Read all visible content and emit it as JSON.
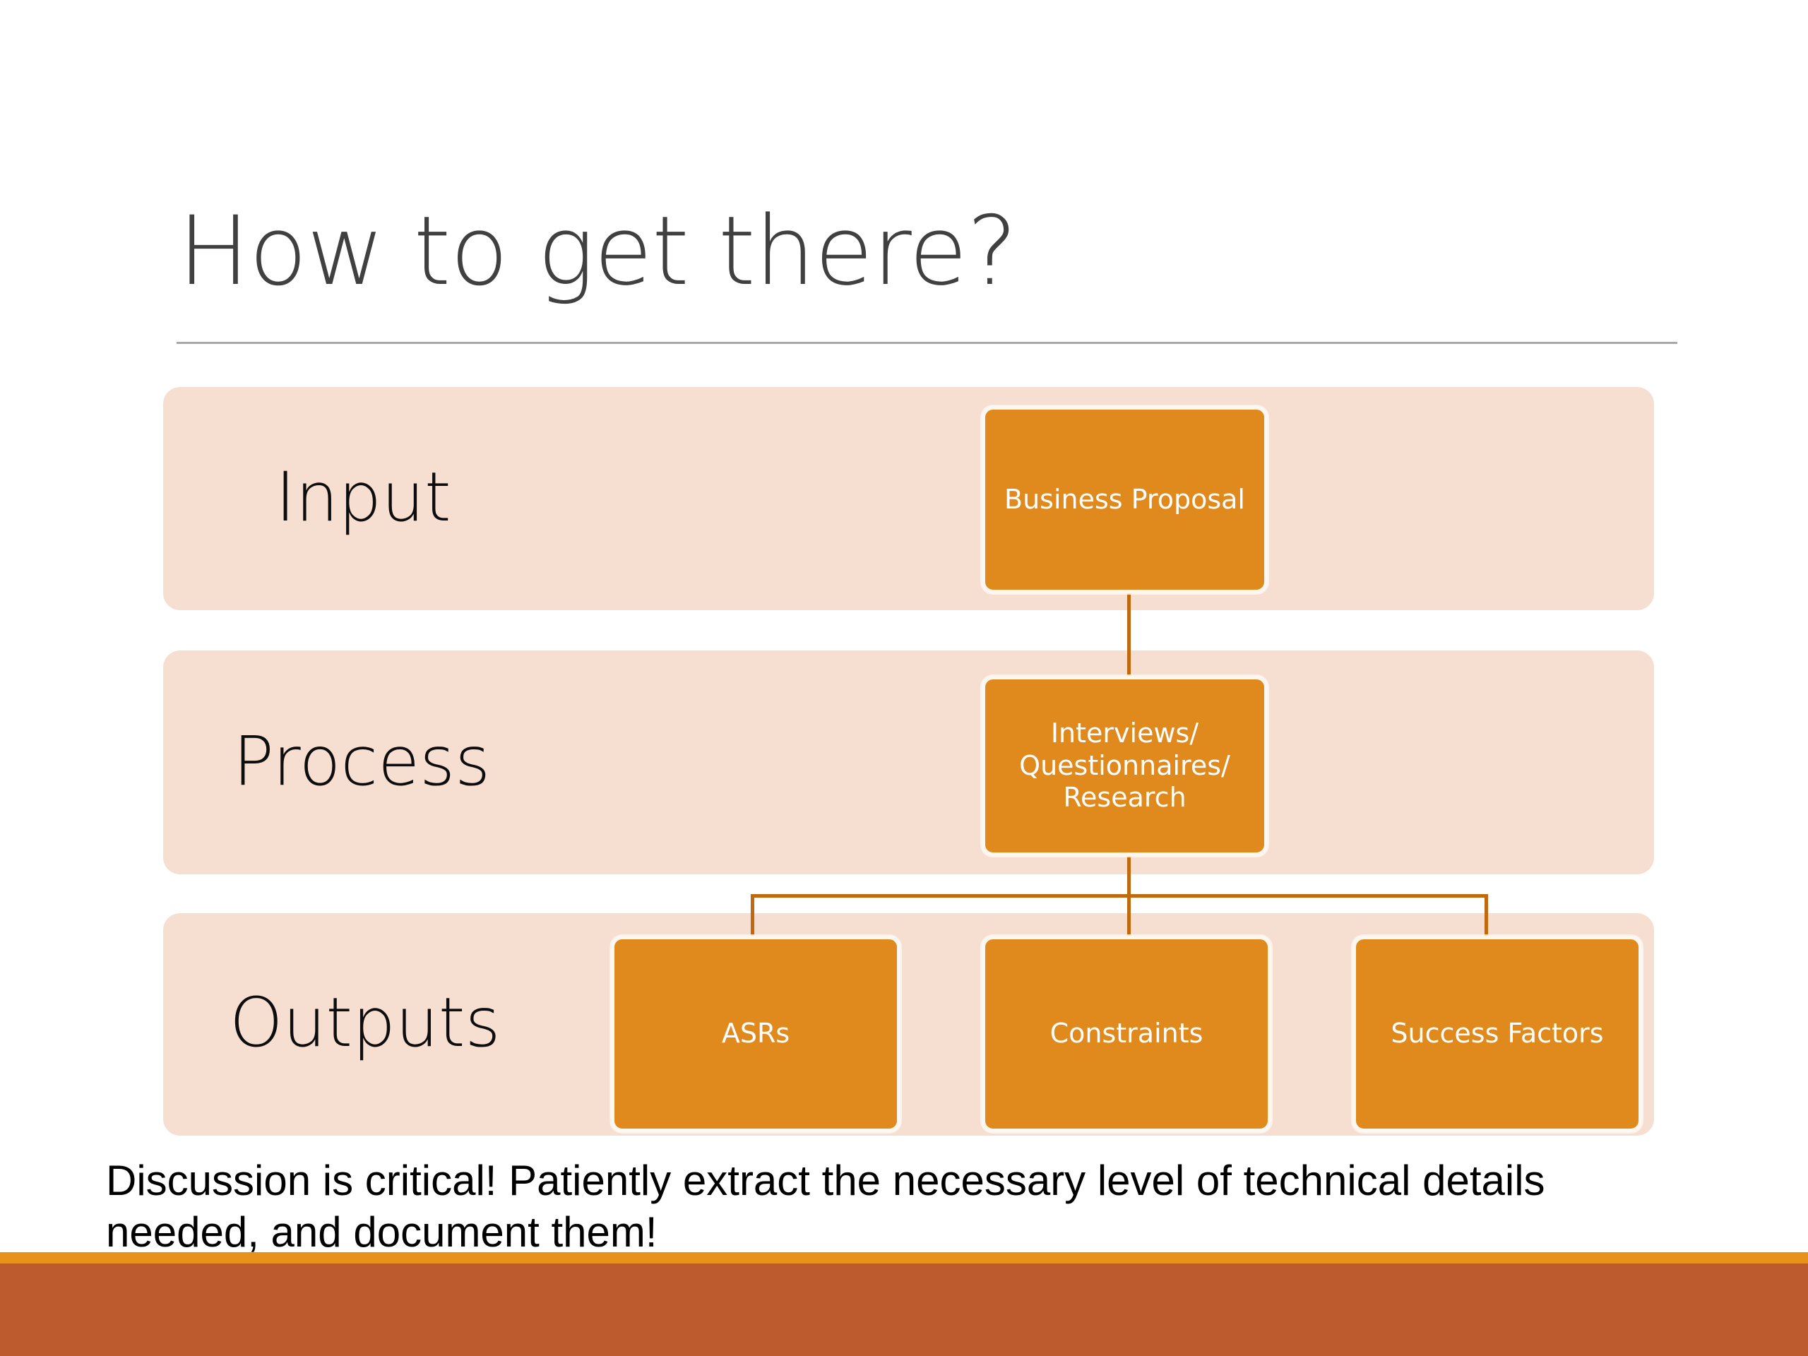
{
  "slide": {
    "title": "How to get there?",
    "caption": "Discussion is critical!  Patiently extract the necessary level of technical details needed, and document them!"
  },
  "rows": [
    {
      "label": "Input"
    },
    {
      "label": "Process"
    },
    {
      "label": "Outputs"
    }
  ],
  "nodes": {
    "business_proposal": "Business Proposal",
    "research": "Interviews/ Questionnaires/ Research",
    "asrs": "ASRs",
    "constraints": "Constraints",
    "success_factors": "Success Factors"
  },
  "colors": {
    "band": "#F6DED1",
    "node": "#E08A1E",
    "node_border": "#FDF7F2",
    "connector": "#C1690F",
    "title_text": "#404040",
    "rule": "#A8A8A8",
    "footer_stripe": "#E8921C",
    "footer_band": "#BD5B2E",
    "body_text": "#000000",
    "node_text": "#FFFFFF"
  }
}
